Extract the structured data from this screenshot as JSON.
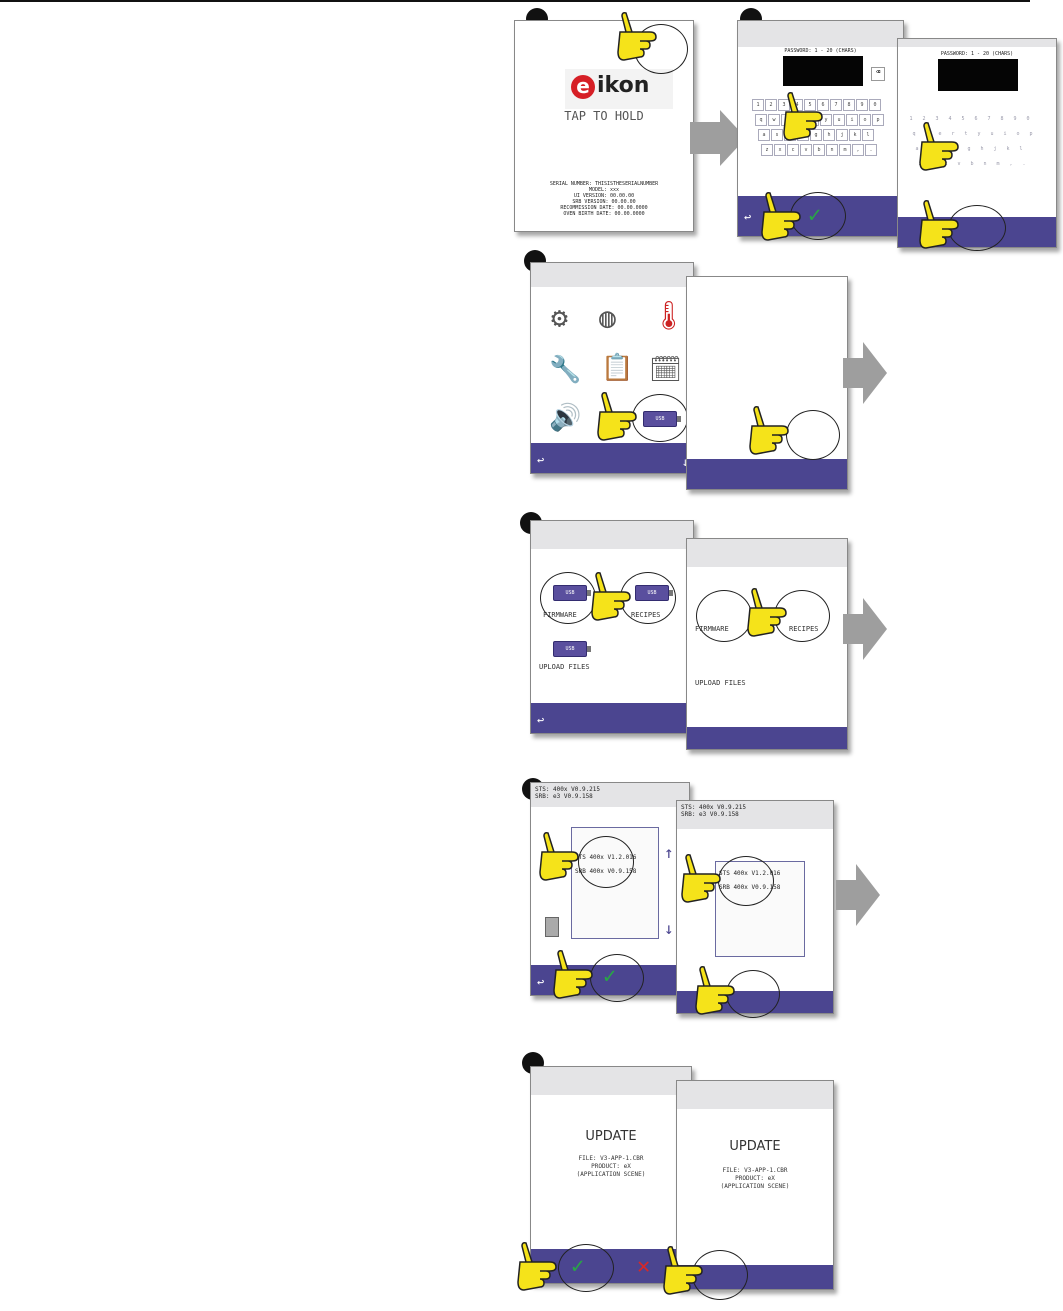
{
  "colors": {
    "bar": "#4b4590",
    "header": "#e4e4e6",
    "hand": "#f5e31a",
    "arrow": "#9e9e9e"
  },
  "splash": {
    "brand_e": "e",
    "brand_rest": "ikon",
    "tap": "TAP TO HOLD",
    "info": "SERIAL NUMBER: THISISTHESERIALNUMBER\nMODEL: xxx\nUI VERSION: 00.00.00\nSRB VERSION: 00.00.00\nRECOMMISSION DATE: 00.00.0000\nOVEN BIRTH DATE: 00.00.0000"
  },
  "password": {
    "label": "PASSWORD: 1 - 20 (CHARS)",
    "label2": "PASSWORD: 1 - 20 (CHARS)"
  },
  "keyboard": {
    "rows": [
      "1234567890",
      "qwertyuiop",
      "asdfghjkl",
      "zxcvbnm,."
    ]
  },
  "usb_menu": {
    "usb": "USB"
  },
  "usb_options": {
    "usb": "USB",
    "firmware": "FIRMWARE",
    "recipes": "RECIPES",
    "upload": "UPLOAD FILES"
  },
  "versions": {
    "head1": "STS: 400x V0.9.215",
    "head2": "SRB: e3 V0.9.158",
    "row1": "STS 400x V1.2.016",
    "row2": "SRB 400x V0.9.158"
  },
  "update": {
    "title": "UPDATE",
    "file": "FILE: V3-APP-1.CBR",
    "product": "PRODUCT: eX",
    "type": "(APPLICATION SCENE)"
  }
}
